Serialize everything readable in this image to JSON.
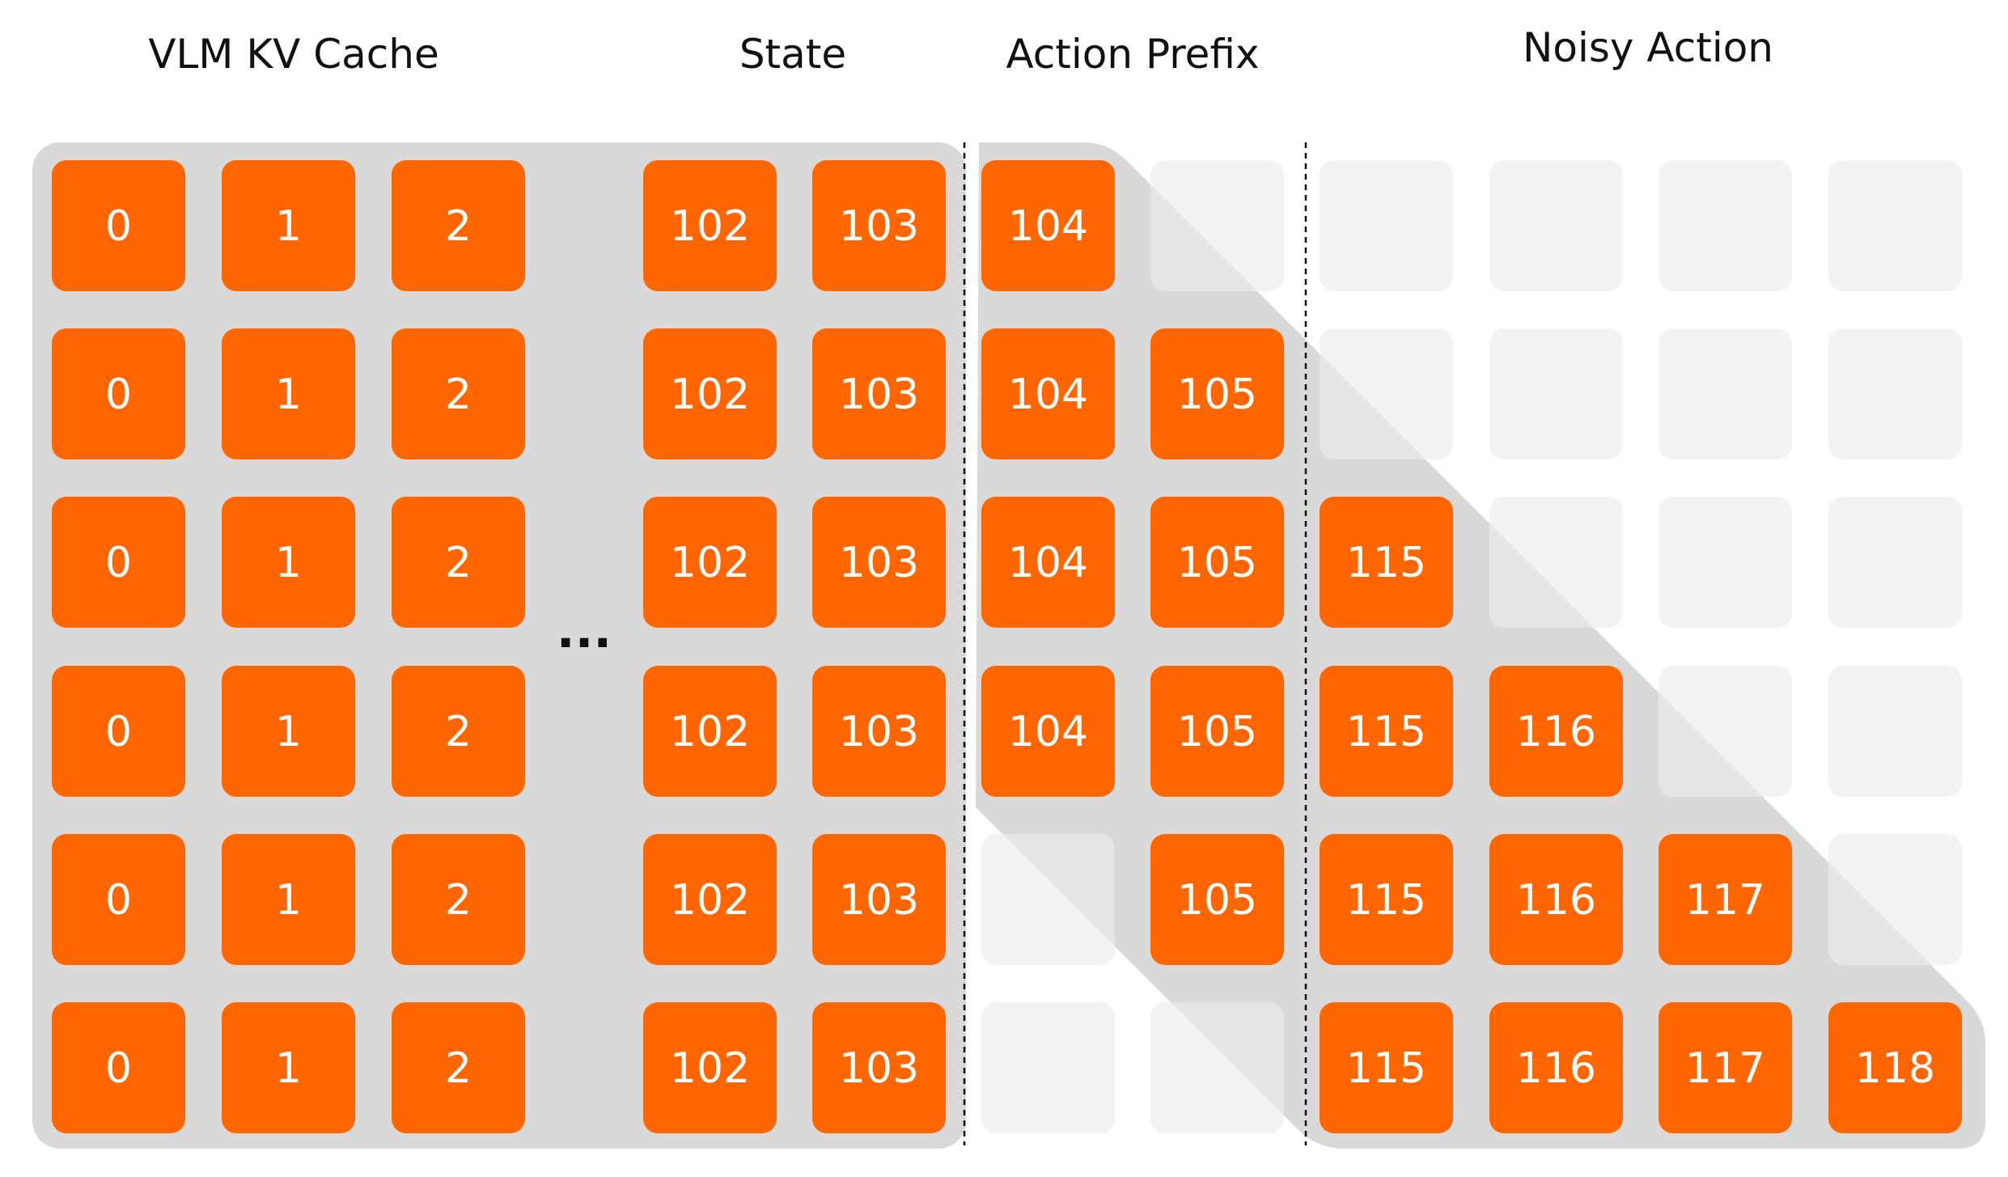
{
  "headers": {
    "vlm_kv_cache": "VLM KV Cache",
    "state": "State",
    "action_prefix": "Action Prefix",
    "noisy_action": "Noisy Action"
  },
  "ellipsis": "...",
  "colors": {
    "active": "#ff6600",
    "inactive": "#ececec",
    "shade": "#d9d9d9",
    "text": "#ffffff",
    "divider": "#111111"
  },
  "columns": [
    "0",
    "1",
    "2",
    "102",
    "103",
    "104",
    "105",
    "115",
    "116",
    "117",
    "118"
  ],
  "rows": [
    [
      "0",
      "1",
      "2",
      "102",
      "103",
      "104",
      "",
      "",
      "",
      "",
      ""
    ],
    [
      "0",
      "1",
      "2",
      "102",
      "103",
      "104",
      "105",
      "",
      "",
      "",
      ""
    ],
    [
      "0",
      "1",
      "2",
      "102",
      "103",
      "104",
      "105",
      "115",
      "",
      "",
      ""
    ],
    [
      "0",
      "1",
      "2",
      "102",
      "103",
      "104",
      "105",
      "115",
      "116",
      "",
      ""
    ],
    [
      "0",
      "1",
      "2",
      "102",
      "103",
      "",
      "105",
      "115",
      "116",
      "117",
      ""
    ],
    [
      "0",
      "1",
      "2",
      "102",
      "103",
      "",
      "",
      "115",
      "116",
      "117",
      "118"
    ]
  ]
}
